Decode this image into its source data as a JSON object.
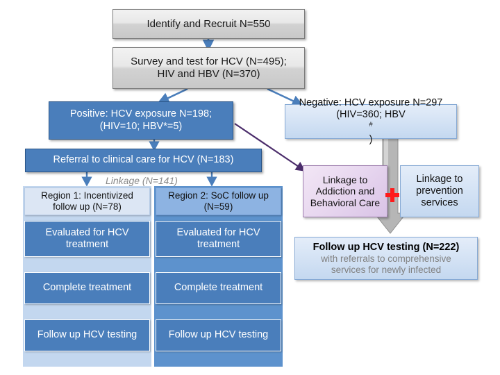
{
  "diagram": {
    "title": "HCV screening, linkage and treatment cascade flowchart",
    "colors": {
      "gray_box": "#dcdcdc",
      "blue_dark": "#4a7ebb",
      "blue_light": "#c4d8f0",
      "blue_pale": "#dce6f4",
      "blue_mid": "#8db3e2",
      "purple": "#e2d2ec",
      "arrow_blue": "#4a7ebb",
      "arrow_purple": "#4b2d6b",
      "arrow_gray": "#a6a6a6",
      "plus_red": "#ff0000",
      "label_gray": "#8a8a8a"
    },
    "nodes": {
      "identify": {
        "label": "Identify and Recruit  N=550"
      },
      "survey": {
        "line1": "Survey and test for HCV (N=495);",
        "line2": "HIV and HBV (N=370)"
      },
      "positive": {
        "line1": "Positive: HCV exposure N=198;",
        "line2": "(HIV=10;  HBV*=5)"
      },
      "negative": {
        "line1": "Negative: HCV exposure N=297",
        "line2_pre": "(HIV=360; HBV",
        "line2_sup": "#",
        "line2_post": ")"
      },
      "referral": {
        "label": "Referral to clinical care for HCV (N=183)"
      },
      "linkage_label": {
        "label": "Linkage (N=141)"
      },
      "region1_head": {
        "line1": "Region 1: Incentivized",
        "line2": "follow up (N=78)"
      },
      "region2_head": {
        "line1": "Region 2: SoC follow up",
        "line2": "(N=59)"
      },
      "region1_steps": [
        {
          "line1": "Evaluated for HCV",
          "line2": "treatment"
        },
        {
          "line1": "Complete treatment",
          "line2": ""
        },
        {
          "line1": "Follow up HCV testing",
          "line2": ""
        }
      ],
      "region2_steps": [
        {
          "line1": "Evaluated for HCV",
          "line2": "treatment"
        },
        {
          "line1": "Complete treatment",
          "line2": ""
        },
        {
          "line1": "Follow up HCV testing",
          "line2": ""
        }
      ],
      "linkage_addiction": {
        "line1": "Linkage to",
        "line2": "Addiction and",
        "line3": "Behavioral Care"
      },
      "linkage_prevention": {
        "line1": "Linkage to",
        "line2": "prevention",
        "line3": "services"
      },
      "plus": {
        "symbol": "+"
      },
      "followup_right": {
        "line1": "Follow up HCV testing (N=222)",
        "line2": "with referrals to comprehensive",
        "line3": "services for newly infected"
      }
    }
  }
}
